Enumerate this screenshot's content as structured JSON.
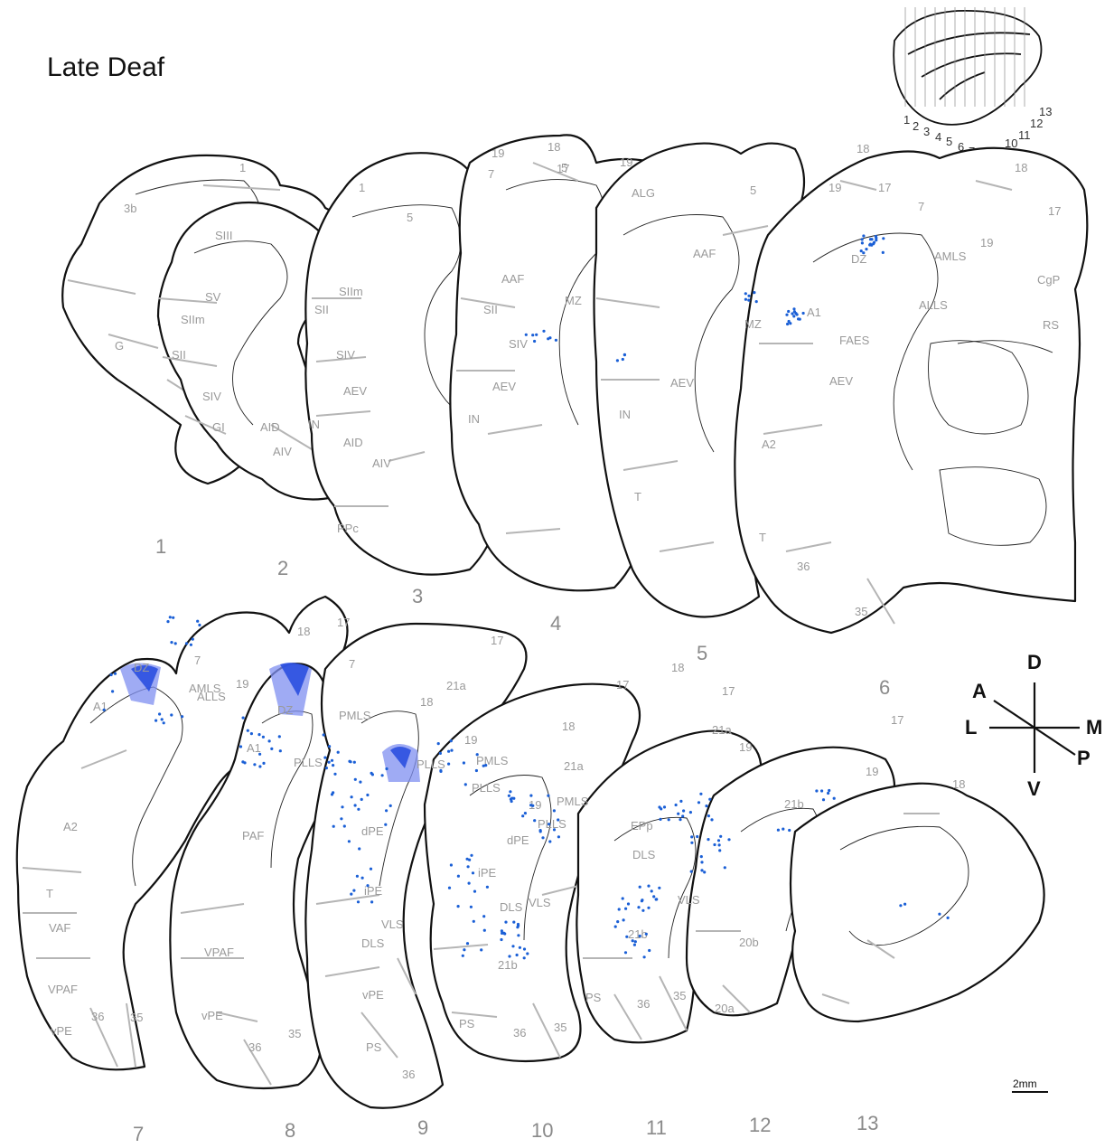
{
  "title": "Late Deaf",
  "colors": {
    "marker": "#1a5fd6",
    "injection_core": "#2a4fe0",
    "injection_halo": "#7f8ff0"
  },
  "inset": {
    "numbers": [
      "1",
      "2",
      "3",
      "4",
      "5",
      "6",
      "7",
      "8",
      "9",
      "10",
      "11",
      "12",
      "13"
    ]
  },
  "orientation": {
    "dorsal": "D",
    "ventral": "V",
    "lateral": "L",
    "medial": "M",
    "anterior": "A",
    "posterior": "P"
  },
  "scale_bar": "2mm",
  "sections": [
    {
      "number": "1",
      "labels": [
        "3b",
        "1",
        "SIII",
        "SV",
        "SIIm",
        "SII",
        "SIV",
        "G",
        "GI",
        "AID",
        "AIV"
      ]
    },
    {
      "number": "2",
      "labels": [
        "1",
        "5",
        "SIIm",
        "SII",
        "SIV",
        "AEV",
        "IN",
        "AID",
        "AIV",
        "PPc"
      ]
    },
    {
      "number": "3",
      "labels": [
        "7",
        "19",
        "18",
        "17",
        "5",
        "AAF",
        "SII",
        "SIV",
        "AEV",
        "IN",
        "MZ"
      ]
    },
    {
      "number": "4",
      "labels": [
        "19",
        "ALG",
        "AAF",
        "MZ",
        "AEV",
        "IN",
        "T"
      ]
    },
    {
      "number": "5",
      "labels": [
        "5",
        "19",
        "18",
        "17",
        "A1",
        "DZ",
        "FAES",
        "AEV",
        "A2",
        "T",
        "36",
        "35"
      ]
    },
    {
      "number": "6",
      "labels": [
        "7",
        "18",
        "17",
        "19",
        "AMLS",
        "ALLS",
        "CgP",
        "RS"
      ]
    },
    {
      "number": "7",
      "labels": [
        "7",
        "AMLS",
        "ALLS",
        "DZ",
        "A1",
        "A2",
        "T",
        "VAF",
        "VPAF",
        "vPE",
        "36",
        "35"
      ]
    },
    {
      "number": "8",
      "labels": [
        "18",
        "17",
        "19",
        "DZ",
        "A1",
        "PLLS",
        "PAF",
        "VPAF",
        "vPE",
        "36",
        "35"
      ]
    },
    {
      "number": "9",
      "labels": [
        "7",
        "PMLS",
        "PLLS",
        "dPE",
        "iPE",
        "DLS",
        "VLS",
        "vPE",
        "PS",
        "36"
      ]
    },
    {
      "number": "10",
      "labels": [
        "18",
        "17",
        "21a",
        "19",
        "PMLS",
        "PLLS",
        "dPE",
        "iPE",
        "DLS",
        "VLS",
        "21b",
        "PS",
        "36",
        "35"
      ]
    },
    {
      "number": "11",
      "labels": [
        "18",
        "17",
        "21a",
        "19",
        "PMLS",
        "PLLS",
        "EPp",
        "DLS",
        "VLS",
        "21b",
        "PS",
        "36",
        "35"
      ]
    },
    {
      "number": "12",
      "labels": [
        "18",
        "17",
        "21a",
        "19",
        "21b",
        "20b",
        "20a"
      ]
    },
    {
      "number": "13",
      "labels": [
        "17",
        "19",
        "18"
      ]
    }
  ]
}
